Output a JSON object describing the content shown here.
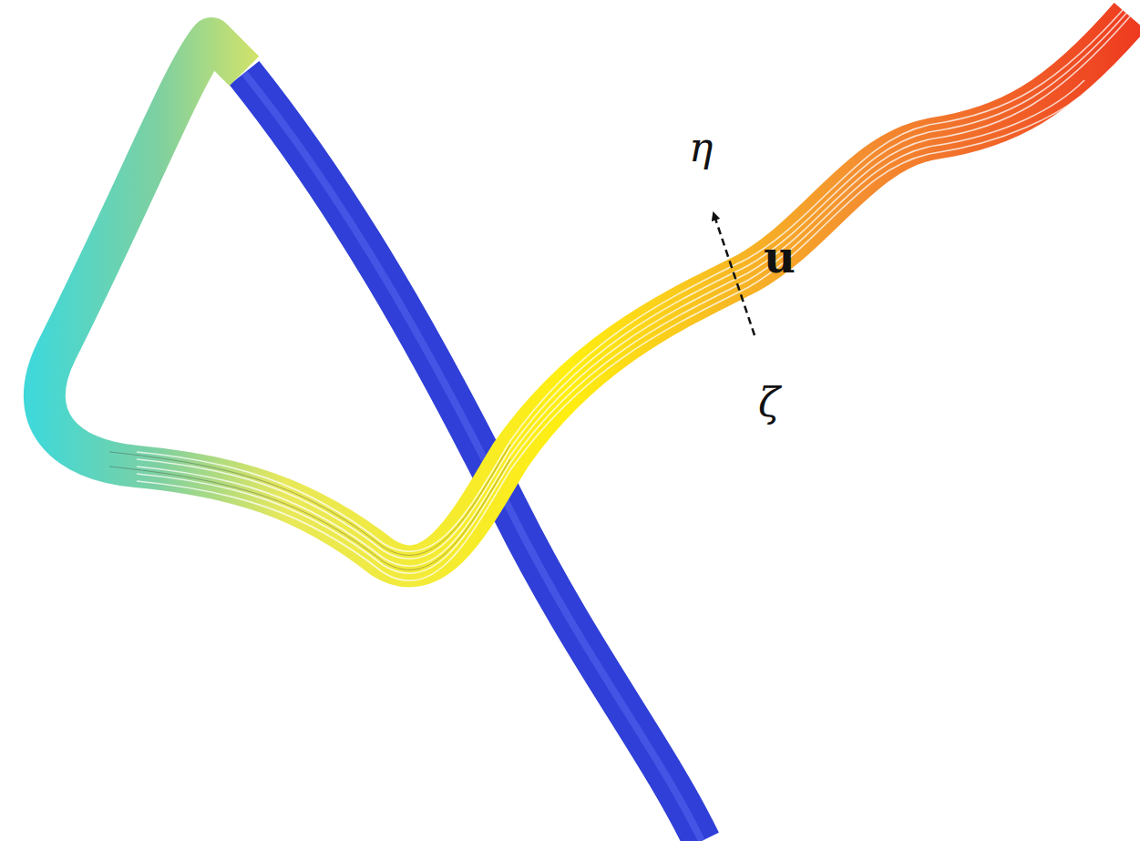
{
  "diagram": {
    "labels": [
      "η",
      "u",
      "ζ"
    ]
  }
}
